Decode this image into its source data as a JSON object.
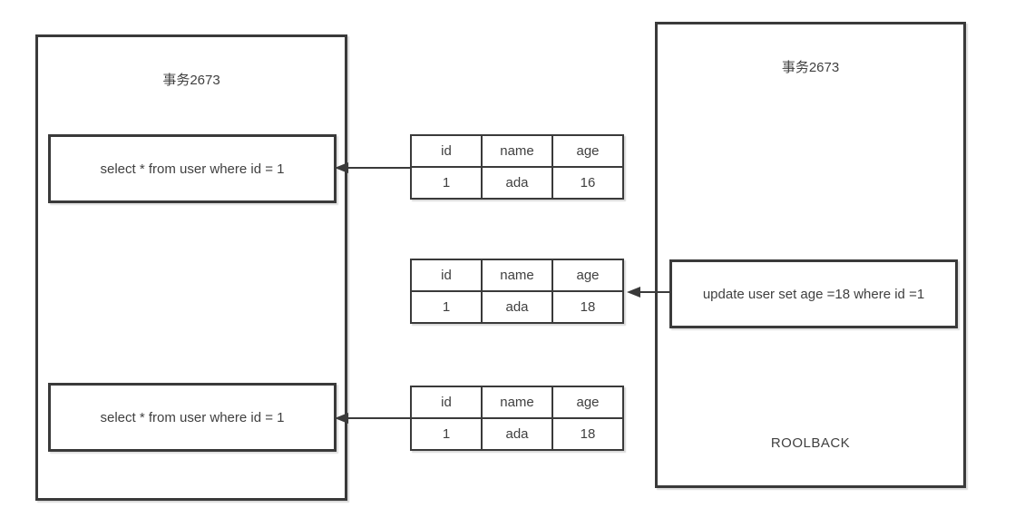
{
  "left_transaction": {
    "title": "事务2673",
    "statements": {
      "select_top": "select * from user where id = 1",
      "select_bottom": "select * from user where id = 1"
    }
  },
  "right_transaction": {
    "title": "事务2673",
    "update_statement": "update user set age =18 where id =1",
    "rollback_label": "ROOLBACK"
  },
  "result_tables": [
    {
      "headers": [
        "id",
        "name",
        "age"
      ],
      "row": [
        "1",
        "ada",
        "16"
      ]
    },
    {
      "headers": [
        "id",
        "name",
        "age"
      ],
      "row": [
        "1",
        "ada",
        "18"
      ]
    },
    {
      "headers": [
        "id",
        "name",
        "age"
      ],
      "row": [
        "1",
        "ada",
        "18"
      ]
    }
  ],
  "colors": {
    "border": "#3a3a3a",
    "text": "#404040",
    "background": "#ffffff"
  }
}
